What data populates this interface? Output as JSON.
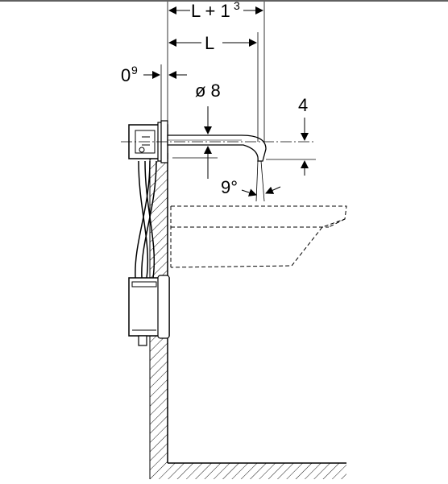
{
  "dimensions": {
    "total_length": {
      "text": "L + 1",
      "exponent": "3"
    },
    "length": {
      "text": "L"
    },
    "wall_offset": {
      "text": "0",
      "exponent": "9"
    },
    "diameter": {
      "text": "ø 8"
    },
    "spout_height": {
      "text": "4"
    },
    "spout_angle": {
      "text": "9°"
    }
  }
}
